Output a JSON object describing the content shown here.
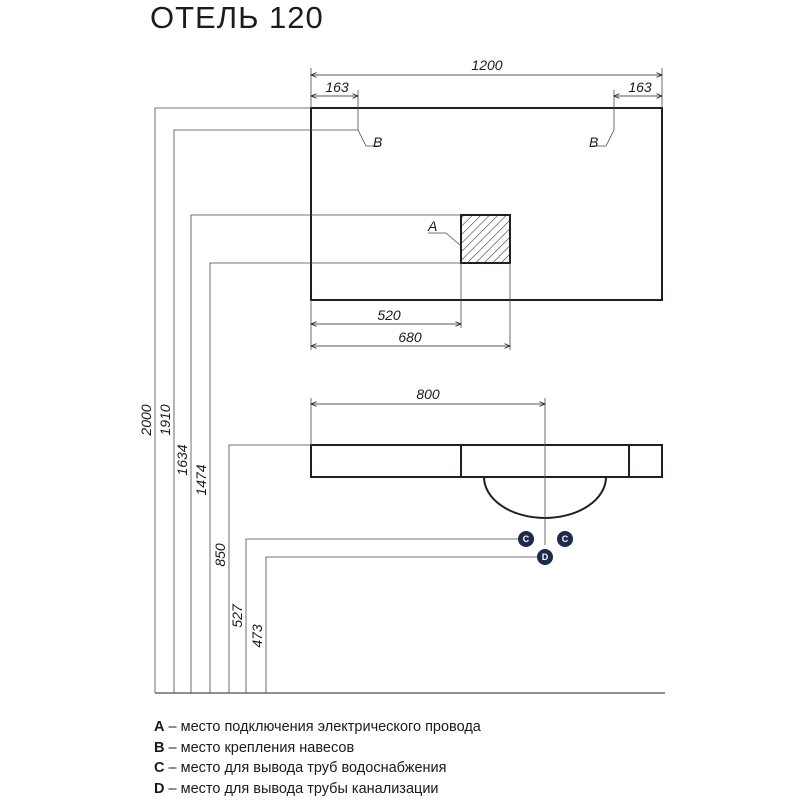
{
  "title": "ОТЕЛЬ 120",
  "dimensions": {
    "width_total": "1200",
    "left_offset": "163",
    "right_offset": "163",
    "a_left": "520",
    "a_right": "680",
    "sink_center": "800",
    "h_2000": "2000",
    "h_1910": "1910",
    "h_1634": "1634",
    "h_1474": "1474",
    "h_850": "850",
    "h_527": "527",
    "h_473": "473"
  },
  "markers": {
    "a": "A",
    "b_left": "B",
    "b_right": "B",
    "c_left": "C",
    "c_right": "C",
    "d": "D"
  },
  "legend": [
    {
      "key": "A",
      "text": " – место подключения электрического провода"
    },
    {
      "key": "B",
      "text": " – место крепления навесов"
    },
    {
      "key": "C",
      "text": " – место для вывода труб водоснабжения"
    },
    {
      "key": "D",
      "text": " – место для вывода трубы канализации"
    }
  ],
  "colors": {
    "outline": "#231f20",
    "thin_line": "#4a4a4a",
    "marker_fill": "#1e2a4a"
  }
}
